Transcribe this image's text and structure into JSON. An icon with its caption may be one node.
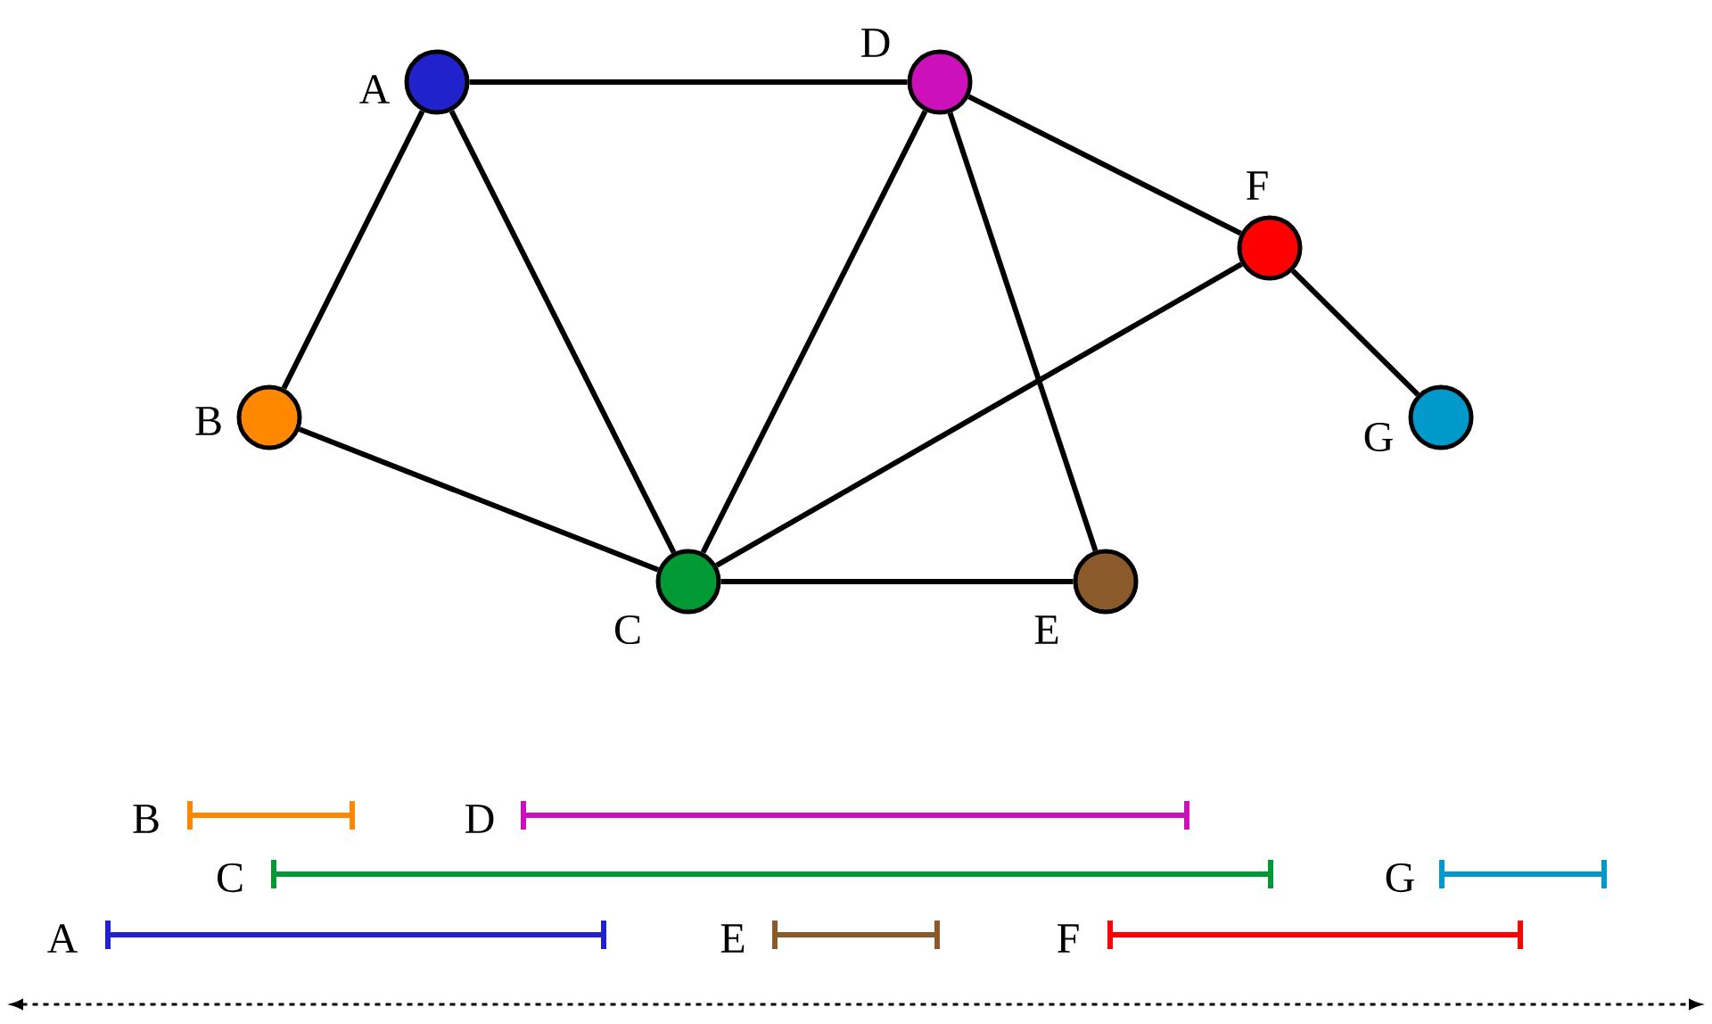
{
  "diagram": {
    "nodes": [
      {
        "text": [
          "A"
        ]
      },
      {
        "text": [
          "D"
        ]
      },
      {
        "text": [
          "F"
        ]
      },
      {
        "text": [
          "B"
        ]
      },
      {
        "text": [
          "G"
        ]
      },
      {
        "text": [
          "C"
        ]
      },
      {
        "text": [
          "E"
        ]
      }
    ],
    "edges": [
      {
        "from": 0,
        "to": 1,
        "arrow": "none"
      },
      {
        "from": 0,
        "to": 3,
        "arrow": "none"
      },
      {
        "from": 0,
        "to": 5,
        "arrow": "none"
      },
      {
        "from": 1,
        "to": 2,
        "arrow": "none"
      },
      {
        "from": 1,
        "to": 5,
        "arrow": "none"
      },
      {
        "from": 1,
        "to": 6,
        "arrow": "none"
      },
      {
        "from": 2,
        "to": 5,
        "arrow": "none"
      },
      {
        "from": 2,
        "to": 4,
        "arrow": "none"
      },
      {
        "from": 3,
        "to": 5,
        "arrow": "none"
      },
      {
        "from": 5,
        "to": 6,
        "arrow": "none"
      }
    ],
    "labels": [
      "B",
      "D",
      "C",
      "G",
      "A",
      "E",
      "F"
    ]
  }
}
